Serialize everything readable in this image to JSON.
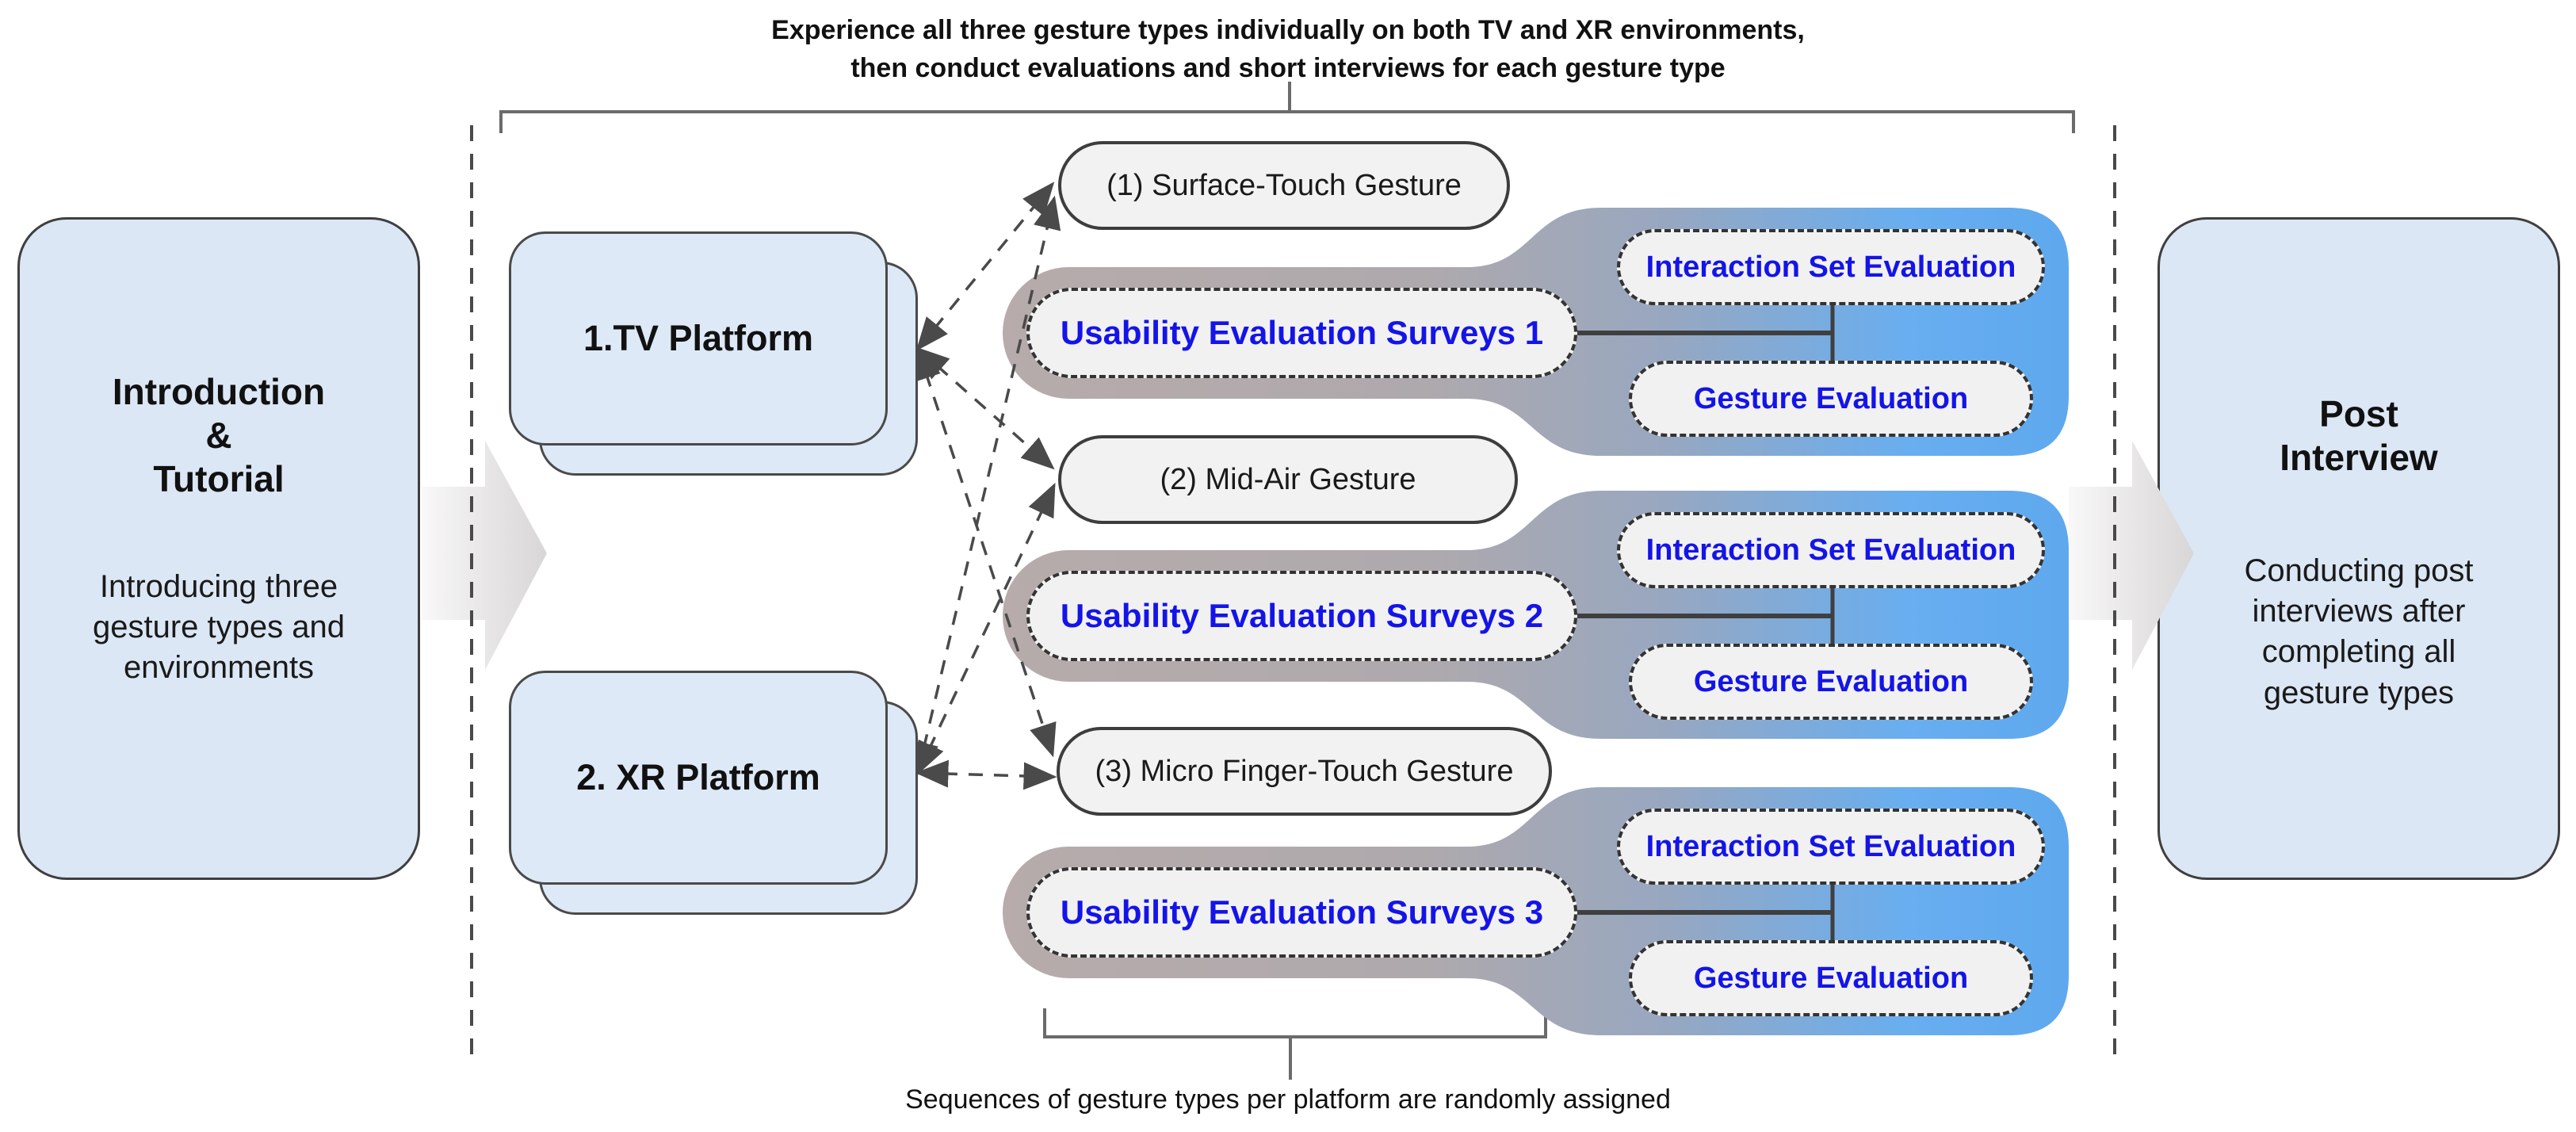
{
  "header": {
    "annotation": "Experience all three gesture types individually on both TV and XR environments,\nthen conduct evaluations and short interviews for each gesture type"
  },
  "footer": {
    "annotation": "Sequences of gesture types per platform are randomly assigned"
  },
  "intro_box": {
    "title": "Introduction\n&\nTutorial",
    "description": "Introducing three\ngesture types and\nenvironments"
  },
  "post_box": {
    "title": "Post\nInterview",
    "description": "Conducting post\ninterviews after\ncompleting all\ngesture types"
  },
  "platforms": [
    {
      "label": "1.TV Platform"
    },
    {
      "label": "2. XR Platform"
    }
  ],
  "gestures": [
    {
      "label": "(1) Surface-Touch Gesture"
    },
    {
      "label": "(2) Mid-Air Gesture"
    },
    {
      "label": "(3) Micro Finger-Touch Gesture"
    }
  ],
  "clusters": [
    {
      "survey": "Usability Evaluation Surveys 1",
      "evaluations": [
        "Interaction Set Evaluation",
        "Gesture Evaluation"
      ]
    },
    {
      "survey": "Usability Evaluation Surveys 2",
      "evaluations": [
        "Interaction Set Evaluation",
        "Gesture Evaluation"
      ]
    },
    {
      "survey": "Usability Evaluation Surveys 3",
      "evaluations": [
        "Interaction Set Evaluation",
        "Gesture Evaluation"
      ]
    }
  ],
  "colors": {
    "stage_box_fill": "#dce7f5",
    "blob_gradient_left": "#b7abab",
    "blob_gradient_right": "#5ea8ee",
    "evaluation_text": "#1414e8",
    "pill_fill": "#f2f2f2",
    "line_color": "#4a4a4a"
  }
}
